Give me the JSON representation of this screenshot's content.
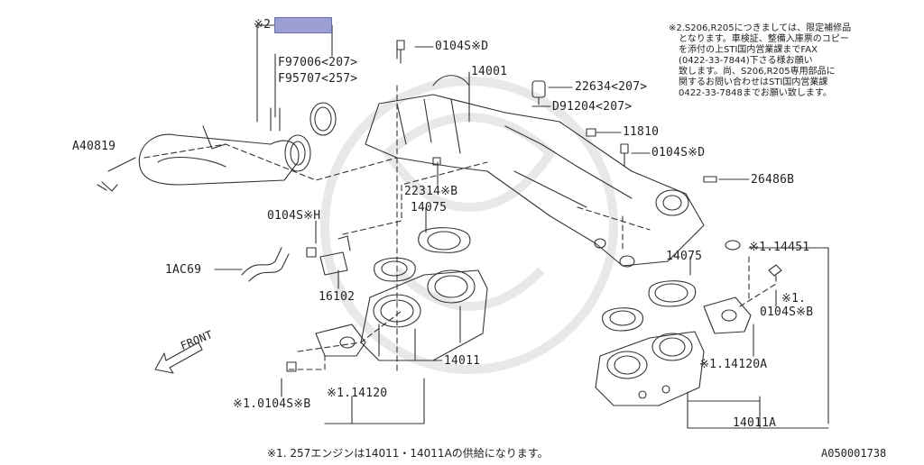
{
  "labels": {
    "mark2": "※2",
    "f97006": "F97006<207>",
    "f95707": "F95707<257>",
    "a40819": "A40819",
    "bolt_top": "0104S※D",
    "p14001": "14001",
    "p22634": "22634<207>",
    "d91204": "D91204<207>",
    "p11810": "11810",
    "bolt_mid": "0104S※D",
    "p26486b": "26486B",
    "p22314b": "22314※B",
    "p14075_left": "14075",
    "bolt_h": "0104S※H",
    "p1ac69": "1AC69",
    "p16102": "16102",
    "front": "FRONT",
    "p14075_right": "14075",
    "p14451": "※1.14451",
    "mark1_right": "※1.",
    "bolt_b_right": "0104S※B",
    "p14120a": "※1.14120A",
    "p14011": "14011",
    "p14120": "※1.14120",
    "bolt_b_left": "※1.0104S※B",
    "p14011a": "14011A"
  },
  "note_lines": [
    "※2.S206,R205につきましては、限定補修品",
    "となります。車検証、整備入庫票のコピー",
    "を添付の上STI国内営業課までFAX",
    "(0422-33-7844)下さる様お願い",
    "致します。尚、S206,R205専用部品に",
    "関するお問い合わせはSTI国内営業課",
    "0422-33-7848までお願い致します。"
  ],
  "footnote": "※1. 257エンジンは14011・14011Aの供給になります。",
  "diagram_code": "A050001738",
  "colors": {
    "line": "#333333",
    "hatch": "#9c9fd4",
    "watermark": "#e6e6e6"
  }
}
